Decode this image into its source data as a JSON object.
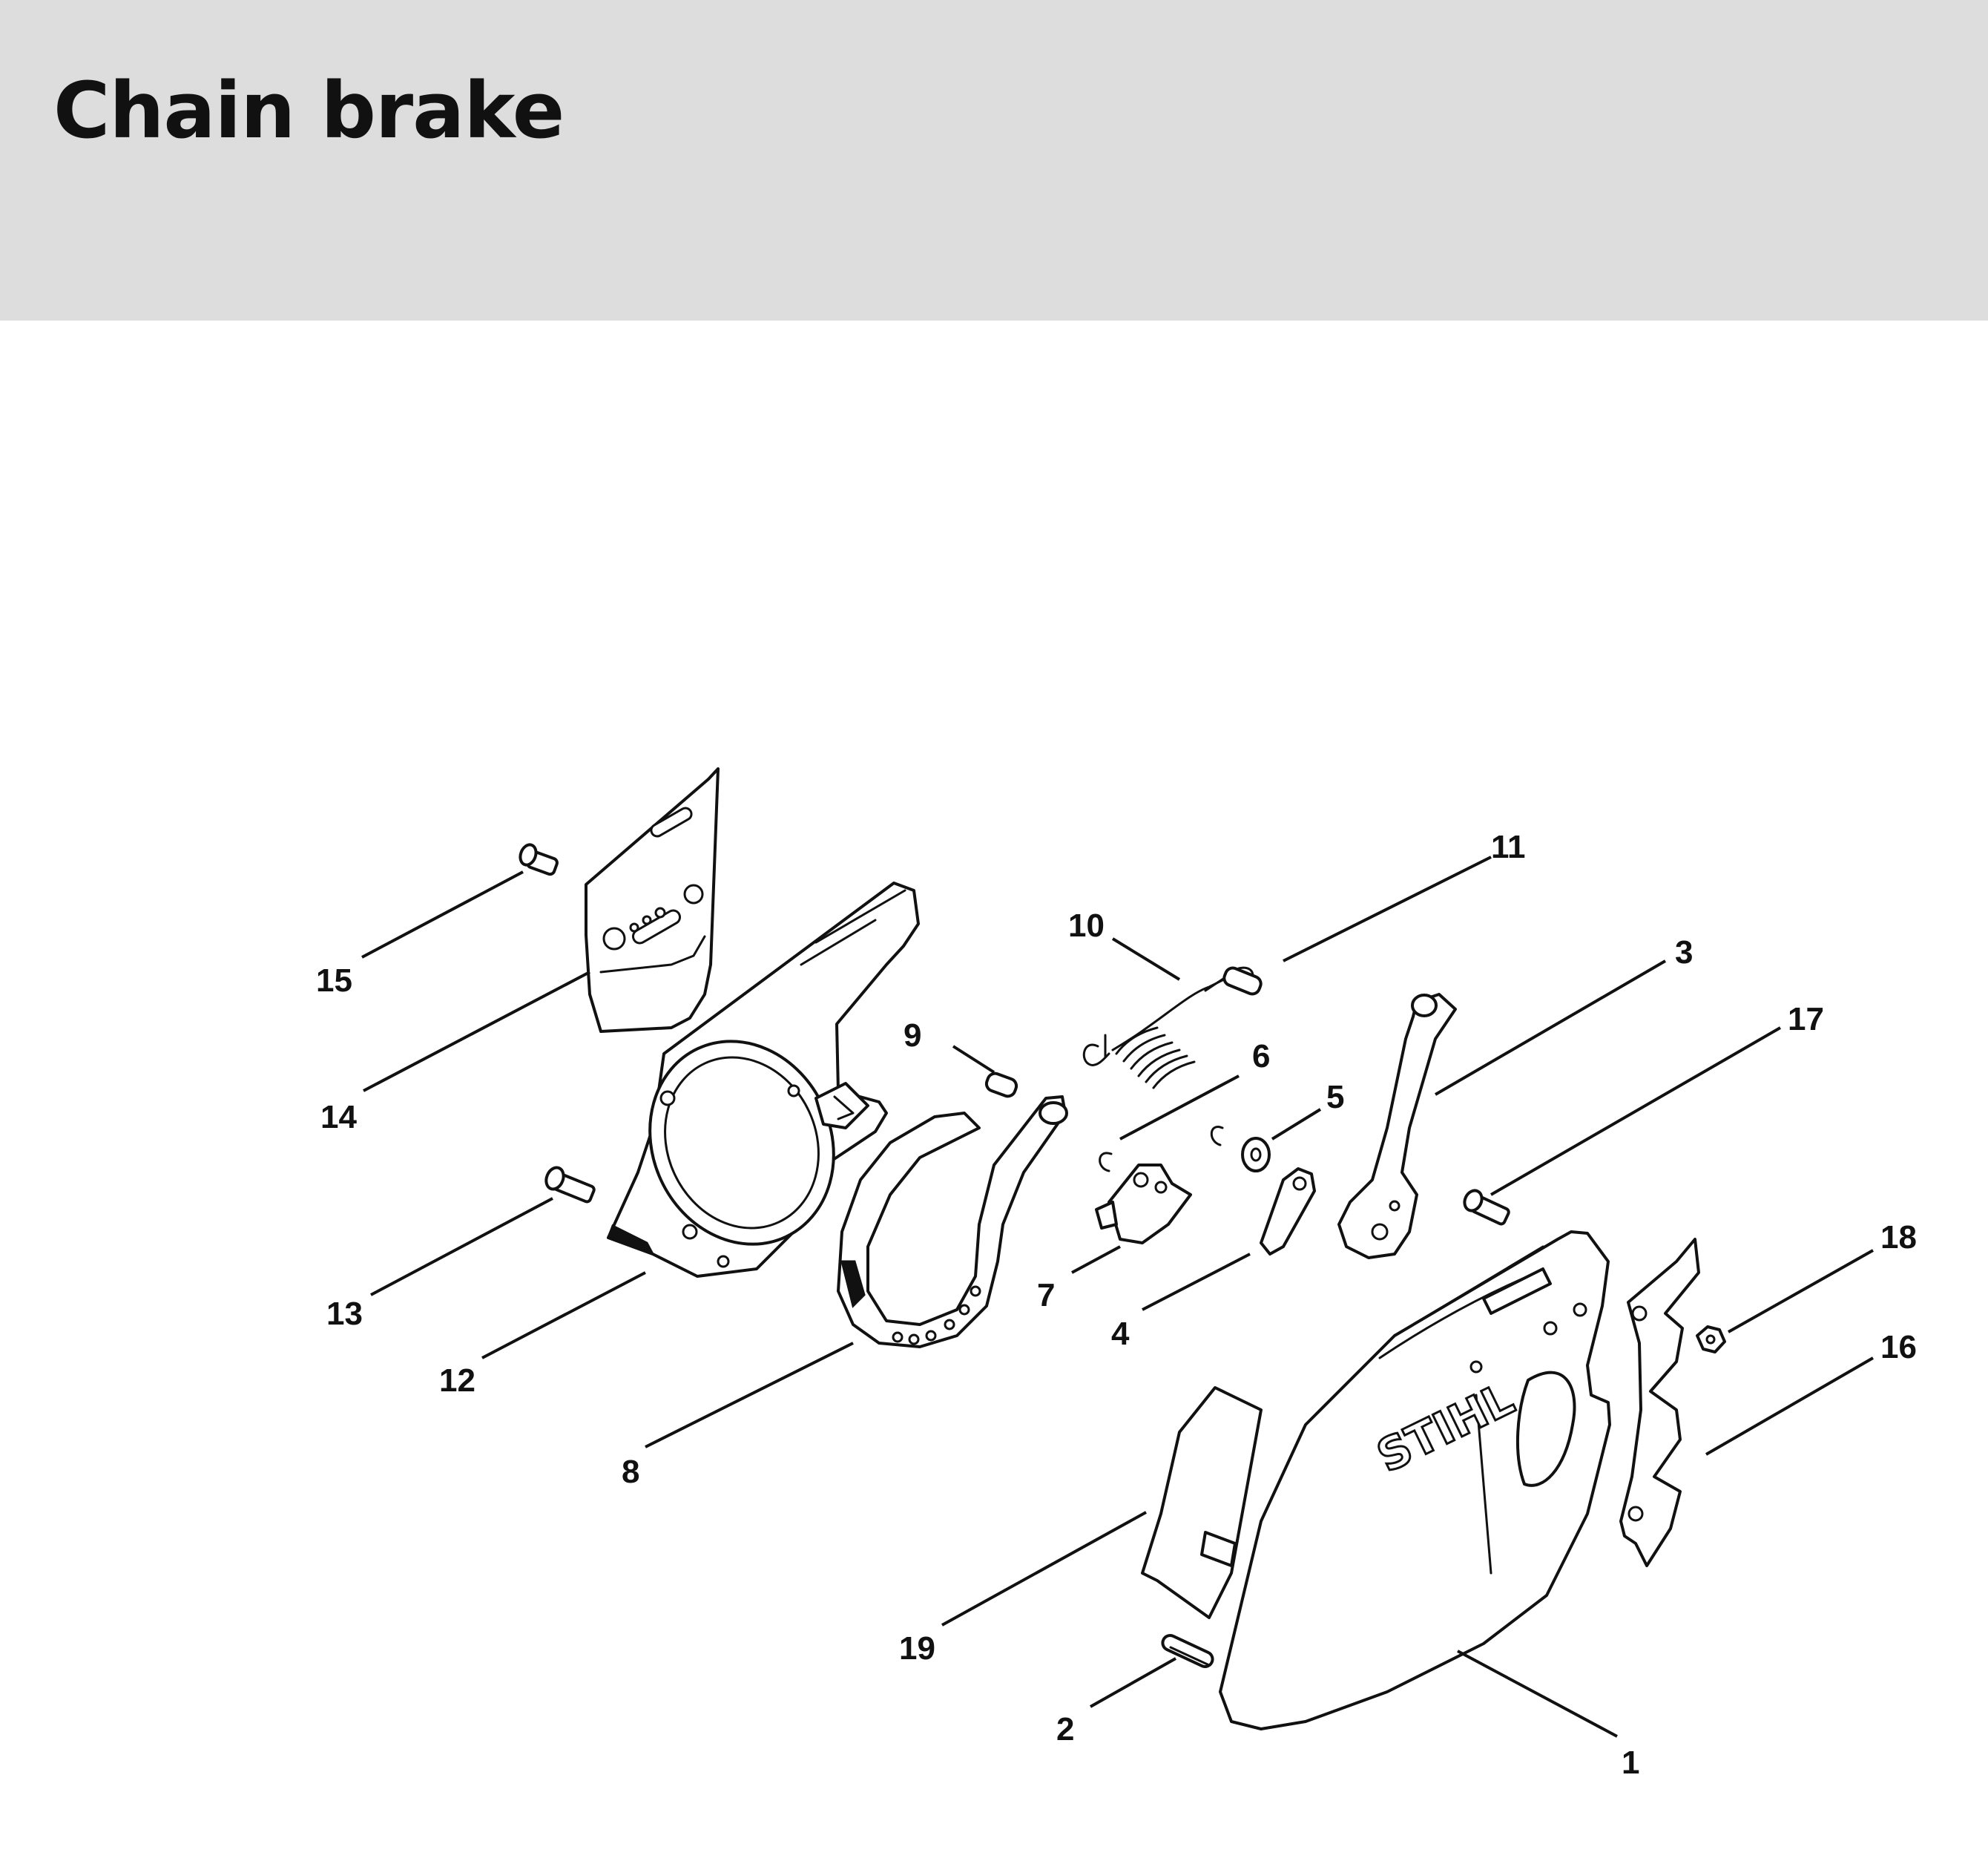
{
  "header": {
    "title": "Chain brake"
  },
  "colors": {
    "header_background": "#dcdddc",
    "ink": "#111111",
    "paper": "#ffffff"
  },
  "diagram": {
    "callouts": [
      "1",
      "2",
      "3",
      "4",
      "5",
      "6",
      "7",
      "8",
      "9",
      "10",
      "11",
      "12",
      "13",
      "14",
      "15",
      "16",
      "17",
      "18",
      "19"
    ]
  }
}
